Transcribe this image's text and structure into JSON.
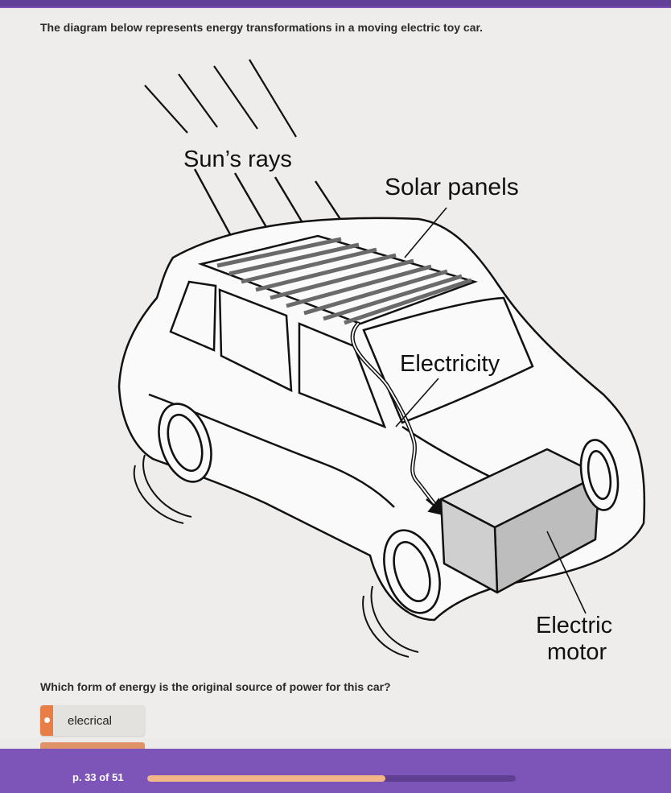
{
  "prompt": "The diagram below represents energy transformations in a moving electric toy car.",
  "diagram": {
    "labels": {
      "suns_rays": "Sun’s rays",
      "solar_panels": "Solar panels",
      "electricity": "Electricity",
      "electric": "Electric",
      "motor": "motor"
    }
  },
  "question": "Which form of energy is the original source of power for this car?",
  "answer": {
    "text": "elecrical"
  },
  "footer": {
    "page_label": "p. 33 of 51",
    "progress_fraction": 0.647
  },
  "colors": {
    "accent": "#7a4fb4",
    "bullet": "#e87e46",
    "progress_fill": "#f3b688",
    "motor_fill": "#c9c9c9"
  }
}
